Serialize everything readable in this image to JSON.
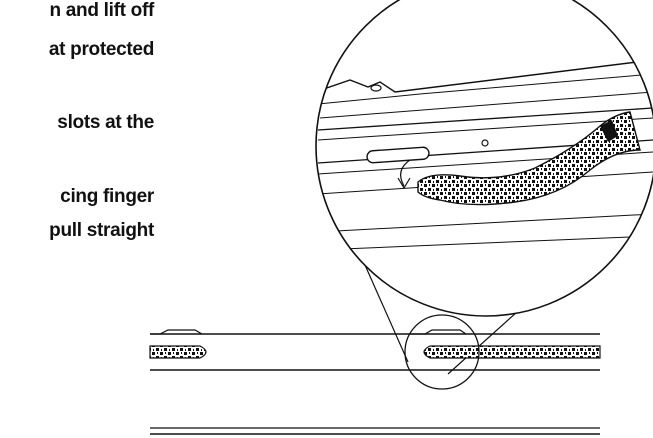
{
  "instructions": {
    "lines": [
      "n and lift off",
      "at protected",
      "slots at the",
      "cing finger",
      "pull straight"
    ]
  },
  "illustration": {
    "subject": "ribbon cable connector removal detail",
    "line_color": "#111111",
    "fill_color": "#ffffff"
  }
}
